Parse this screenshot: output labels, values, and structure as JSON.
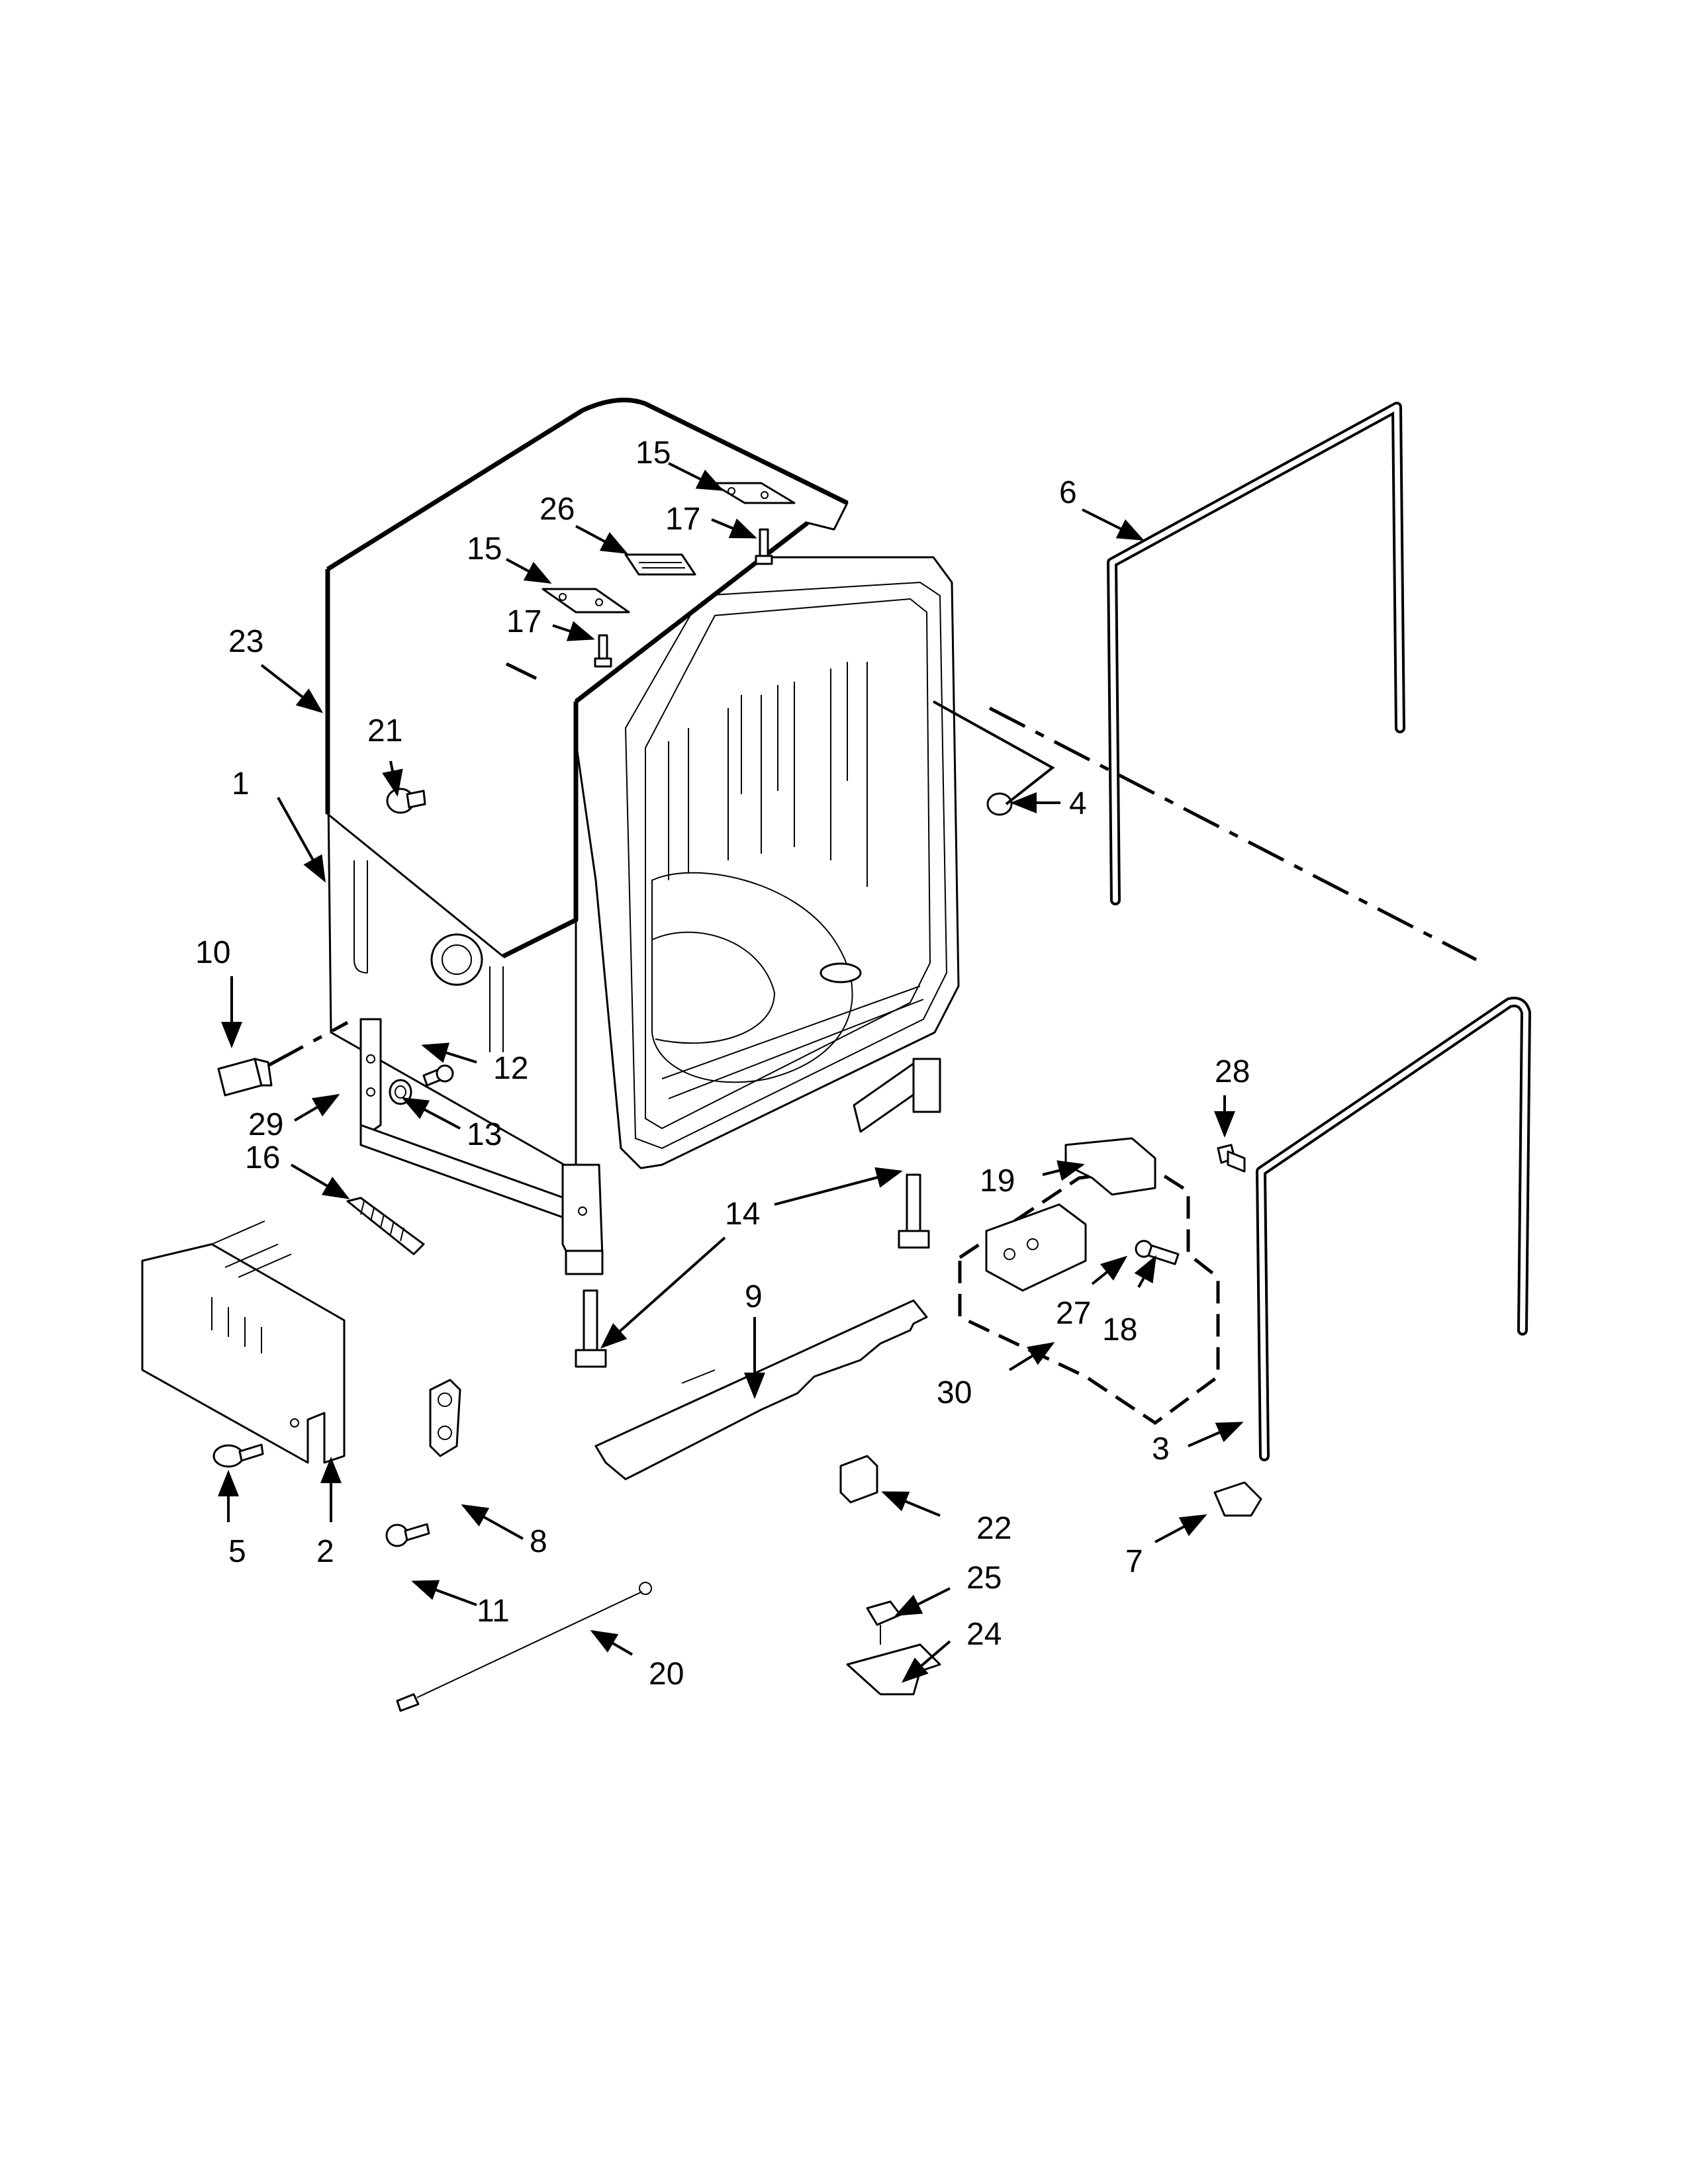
{
  "callouts": [
    {
      "id": "c1",
      "label": "1"
    },
    {
      "id": "c2",
      "label": "2"
    },
    {
      "id": "c3",
      "label": "3"
    },
    {
      "id": "c4",
      "label": "4"
    },
    {
      "id": "c5",
      "label": "5"
    },
    {
      "id": "c6",
      "label": "6"
    },
    {
      "id": "c7",
      "label": "7"
    },
    {
      "id": "c8",
      "label": "8"
    },
    {
      "id": "c9",
      "label": "9"
    },
    {
      "id": "c10",
      "label": "10"
    },
    {
      "id": "c11",
      "label": "11"
    },
    {
      "id": "c12",
      "label": "12"
    },
    {
      "id": "c13",
      "label": "13"
    },
    {
      "id": "c14",
      "label": "14"
    },
    {
      "id": "c15a",
      "label": "15"
    },
    {
      "id": "c15b",
      "label": "15"
    },
    {
      "id": "c16",
      "label": "16"
    },
    {
      "id": "c17a",
      "label": "17"
    },
    {
      "id": "c17b",
      "label": "17"
    },
    {
      "id": "c18",
      "label": "18"
    },
    {
      "id": "c19",
      "label": "19"
    },
    {
      "id": "c20",
      "label": "20"
    },
    {
      "id": "c21",
      "label": "21"
    },
    {
      "id": "c22",
      "label": "22"
    },
    {
      "id": "c23",
      "label": "23"
    },
    {
      "id": "c24",
      "label": "24"
    },
    {
      "id": "c25",
      "label": "25"
    },
    {
      "id": "c26",
      "label": "26"
    },
    {
      "id": "c27",
      "label": "27"
    },
    {
      "id": "c28",
      "label": "28"
    },
    {
      "id": "c29",
      "label": "29"
    },
    {
      "id": "c30",
      "label": "30"
    }
  ]
}
